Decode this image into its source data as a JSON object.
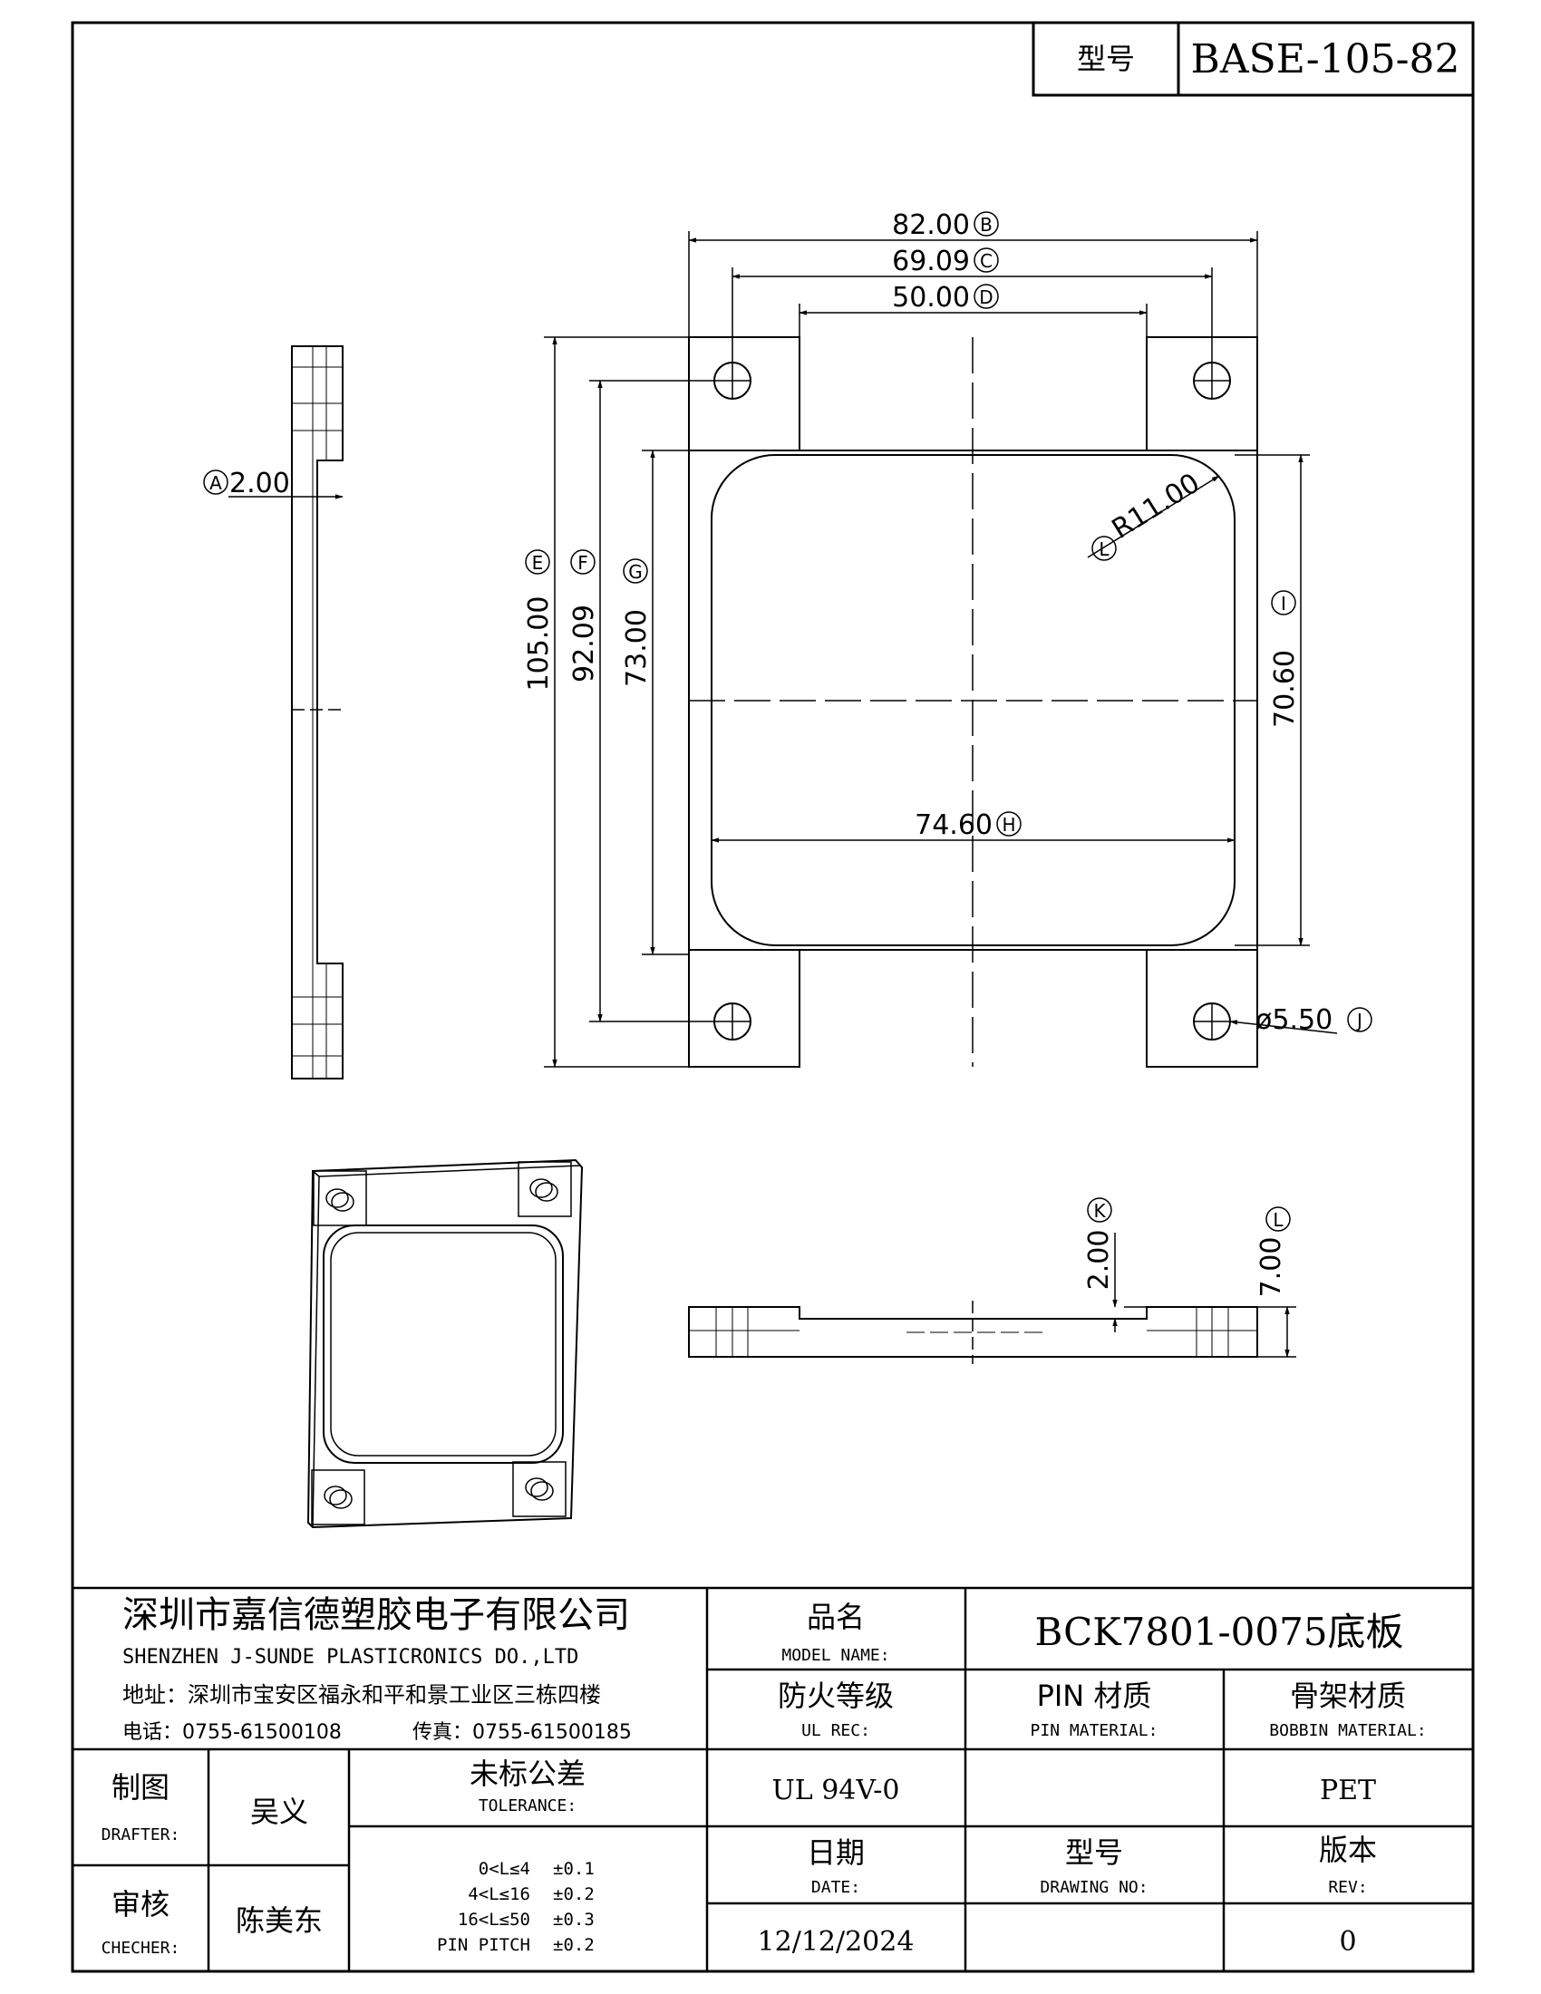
{
  "header": {
    "model_label": "型号",
    "model_value": "BASE-105-82"
  },
  "dimensions": {
    "B": {
      "tag": "B",
      "value": "82.00"
    },
    "C": {
      "tag": "C",
      "value": "69.09"
    },
    "D": {
      "tag": "D",
      "value": "50.00"
    },
    "E": {
      "tag": "E",
      "value": "105.00"
    },
    "F": {
      "tag": "F",
      "value": "92.09"
    },
    "G": {
      "tag": "G",
      "value": "73.00"
    },
    "H": {
      "tag": "H",
      "value": "74.60"
    },
    "I": {
      "tag": "I",
      "value": "70.60"
    },
    "A": {
      "tag": "A",
      "value": "2.00"
    },
    "J": {
      "tag": "J",
      "value": "ø5.50"
    },
    "R": {
      "tag": "L",
      "value": "R11.00"
    },
    "K": {
      "tag": "K",
      "value": "2.00"
    },
    "L2": {
      "tag": "L",
      "value": "7.00"
    }
  },
  "company": {
    "name_cn": "深圳市嘉信德塑胶电子有限公司",
    "name_en": "SHENZHEN J-SUNDE PLASTICRONICS DO.,LTD",
    "address": "地址：深圳市宝安区福永和平和景工业区三栋四楼",
    "phone": "电话：0755-61500108",
    "fax": "传真：0755-61500185"
  },
  "titleblock": {
    "product_label_cn": "品名",
    "product_label_en": "MODEL NAME:",
    "product_value": "BCK7801-0075底板",
    "ul_label_cn": "防火等级",
    "ul_label_en": "UL REC:",
    "ul_value": "UL 94V-0",
    "pin_label_cn": "PIN 材质",
    "pin_label_en": "PIN MATERIAL:",
    "pin_value": "",
    "bobbin_label_cn": "骨架材质",
    "bobbin_label_en": "BOBBIN MATERIAL:",
    "bobbin_value": "PET",
    "drafter_label_cn": "制图",
    "drafter_label_en": "DRAFTER:",
    "drafter_value": "吴义",
    "checker_label_cn": "审核",
    "checker_label_en": "CHECHER:",
    "checker_value": "陈美东",
    "tolerance_label_cn": "未标公差",
    "tolerance_label_en": "TOLERANCE:",
    "tolerances": [
      {
        "range": "0<L≤4",
        "value": "±0.1"
      },
      {
        "range": "4<L≤16",
        "value": "±0.2"
      },
      {
        "range": "16<L≤50",
        "value": "±0.3"
      },
      {
        "range": "PIN PITCH",
        "value": "±0.2"
      }
    ],
    "date_label_cn": "日期",
    "date_label_en": "DATE:",
    "date_value": "12/12/2024",
    "drawing_label_cn": "型号",
    "drawing_label_en": "DRAWING NO:",
    "drawing_value": "",
    "rev_label_cn": "版本",
    "rev_label_en": "REV:",
    "rev_value": "0"
  }
}
